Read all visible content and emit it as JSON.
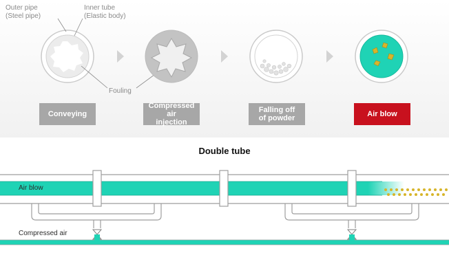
{
  "top": {
    "callouts": {
      "outer_pipe": "Outer pipe\n(Steel pipe)",
      "inner_tube": "Inner tube\n(Elastic body)",
      "fouling": "Fouling"
    },
    "steps": [
      {
        "label": "Conveying",
        "style": "gray"
      },
      {
        "label": "Compressed air\ninjection",
        "style": "gray"
      },
      {
        "label": "Falling off\nof powder",
        "style": "gray"
      },
      {
        "label": "Air blow",
        "style": "red"
      }
    ]
  },
  "bottom": {
    "title": "Double tube",
    "air_blow_label": "Air blow",
    "compressed_air_label": "Compressed air"
  },
  "colors": {
    "teal": "#1fd3b5",
    "red": "#c8111e",
    "gray_box": "#a7a7a7",
    "powder": "#d7b52a"
  }
}
